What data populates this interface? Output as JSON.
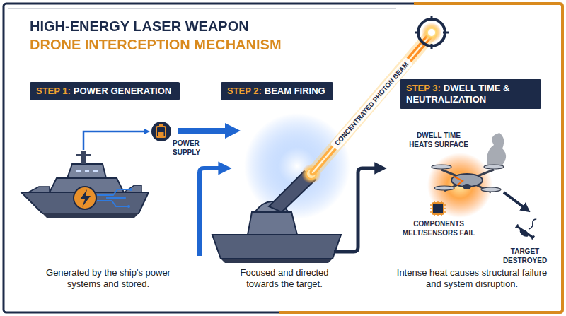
{
  "diagram": {
    "title": "HIGH-ENERGY LASER WEAPON DRONE INTERCEPTION MECHANISM",
    "nodes": [
      {
        "text": [
          "STEP 1:",
          "POWER GENERATION"
        ]
      },
      {
        "text": [
          "STEP 2:",
          "BEAM FIRING"
        ]
      },
      {
        "text": [
          "STEP 3:",
          "DWELL TIME & NEUTRALIZATION"
        ]
      }
    ],
    "labels": [
      "POWER SUPPLY",
      "CONCENTRATED PHOTON BEAM",
      "DWELL TIME HEATS SURFACE",
      "COMPONENTS MELT/SENSORS FAIL",
      "TARGET DESTROYED",
      "Generated by the ship's power systems and stored.",
      "Focused and directed towards the target.",
      "Intense heat causes structural failure and system disruption."
    ]
  }
}
